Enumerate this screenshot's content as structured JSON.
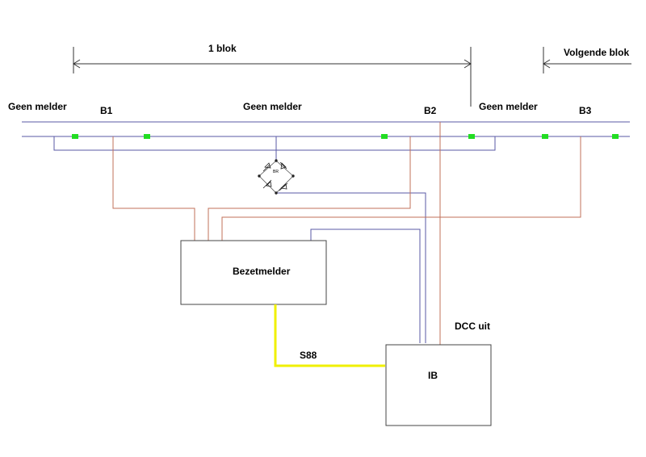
{
  "labels": {
    "block": "1 blok",
    "next_block": "Volgende blok",
    "no_detector_left": "Geen melder",
    "no_detector_middle": "Geen melder",
    "no_detector_right": "Geen melder",
    "b1": "B1",
    "b2": "B2",
    "b3": "B3",
    "bridge_rectifier": "BR",
    "occupancy_detector": "Bezetmelder",
    "dcc_out": "DCC uit",
    "s88": "S88",
    "ib": "IB"
  },
  "colors": {
    "rail_blue": "#5a5aa6",
    "feed_red": "#c0705a",
    "s88_yellow": "#f0f000",
    "insulator_green": "#22dd22",
    "outline": "#333333"
  }
}
